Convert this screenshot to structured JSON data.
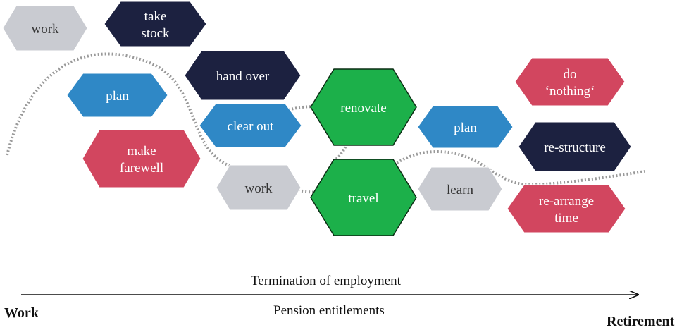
{
  "colors": {
    "grey": "#c9cbd1",
    "navy": "#1c2140",
    "blue": "#2f88c6",
    "red": "#d2465f",
    "green": "#1cb04a"
  },
  "hexagons": [
    {
      "id": "work-top",
      "lines": [
        "work"
      ],
      "color": "grey"
    },
    {
      "id": "take-stock",
      "lines": [
        "take",
        "stock"
      ],
      "color": "navy"
    },
    {
      "id": "hand-over",
      "lines": [
        "hand over"
      ],
      "color": "navy"
    },
    {
      "id": "plan-left",
      "lines": [
        "plan"
      ],
      "color": "blue"
    },
    {
      "id": "clear-out",
      "lines": [
        "clear out"
      ],
      "color": "blue"
    },
    {
      "id": "make-farewell",
      "lines": [
        "make",
        "farewell"
      ],
      "color": "red"
    },
    {
      "id": "work-mid",
      "lines": [
        "work"
      ],
      "color": "grey"
    },
    {
      "id": "renovate",
      "lines": [
        "renovate"
      ],
      "color": "green"
    },
    {
      "id": "travel",
      "lines": [
        "travel"
      ],
      "color": "green"
    },
    {
      "id": "plan-right",
      "lines": [
        "plan"
      ],
      "color": "blue"
    },
    {
      "id": "learn",
      "lines": [
        "learn"
      ],
      "color": "grey"
    },
    {
      "id": "do-nothing",
      "lines": [
        "do",
        "‘nothing‘"
      ],
      "color": "red"
    },
    {
      "id": "re-structure",
      "lines": [
        "re-structure"
      ],
      "color": "navy"
    },
    {
      "id": "re-arrange-time",
      "lines": [
        "re-arrange",
        "time"
      ],
      "color": "red"
    }
  ],
  "timeline": {
    "above_arrow": "Termination of employment",
    "below_arrow": "Pension entitlements",
    "start": "Work",
    "end": "Retirement"
  }
}
